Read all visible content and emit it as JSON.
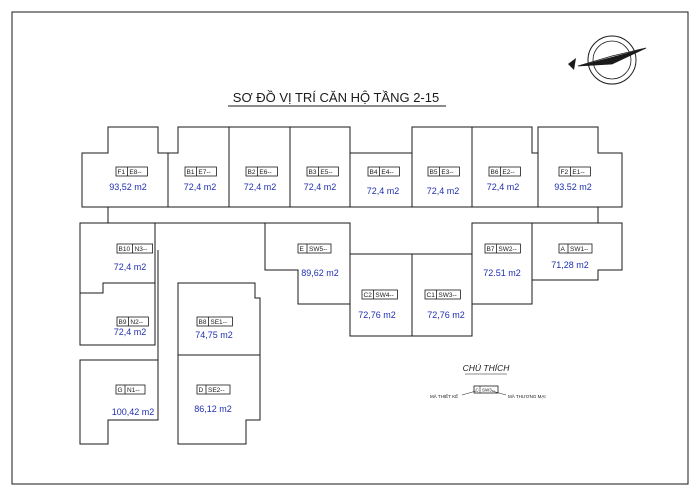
{
  "title": "SƠ ĐỒ VỊ TRÍ CĂN HỘ TẦNG 2-15",
  "units": [
    {
      "id": "F1",
      "code": "E8--",
      "area": "93,52 m2"
    },
    {
      "id": "B1",
      "code": "E7--",
      "area": "72,4 m2"
    },
    {
      "id": "B2",
      "code": "E6--",
      "area": "72,4 m2"
    },
    {
      "id": "B3",
      "code": "E5--",
      "area": "72,4 m2"
    },
    {
      "id": "B4",
      "code": "E4--",
      "area": "72,4 m2"
    },
    {
      "id": "B5",
      "code": "E3--",
      "area": "72,4 m2"
    },
    {
      "id": "B6",
      "code": "E2--",
      "area": "72,4 m2"
    },
    {
      "id": "F2",
      "code": "E1--",
      "area": "93.52 m2"
    },
    {
      "id": "B10",
      "code": "N3--",
      "area": "72,4 m2"
    },
    {
      "id": "B9",
      "code": "N2--",
      "area": "72,4 m2"
    },
    {
      "id": "G",
      "code": "N1--",
      "area": "100,42 m2"
    },
    {
      "id": "B8",
      "code": "SE1--",
      "area": "74,75 m2"
    },
    {
      "id": "D",
      "code": "SE2--",
      "area": "86,12 m2"
    },
    {
      "id": "E",
      "code": "SW5--",
      "area": "89,62 m2"
    },
    {
      "id": "C2",
      "code": "SW4--",
      "area": "72,76 m2"
    },
    {
      "id": "C1",
      "code": "SW3--",
      "area": "72,76 m2"
    },
    {
      "id": "B7",
      "code": "SW2--",
      "area": "72.51 m2"
    },
    {
      "id": "A",
      "code": "SW1--",
      "area": "71,28 m2"
    }
  ],
  "legend": {
    "title": "CHÚ THÍCH",
    "left_note": "MÃ THIẾT KẾ",
    "right_note": "MÃ THƯƠNG MẠI",
    "sample_id": "C",
    "sample_code": "SW3--"
  },
  "compass": {
    "icon": "north-arrow-icon"
  }
}
